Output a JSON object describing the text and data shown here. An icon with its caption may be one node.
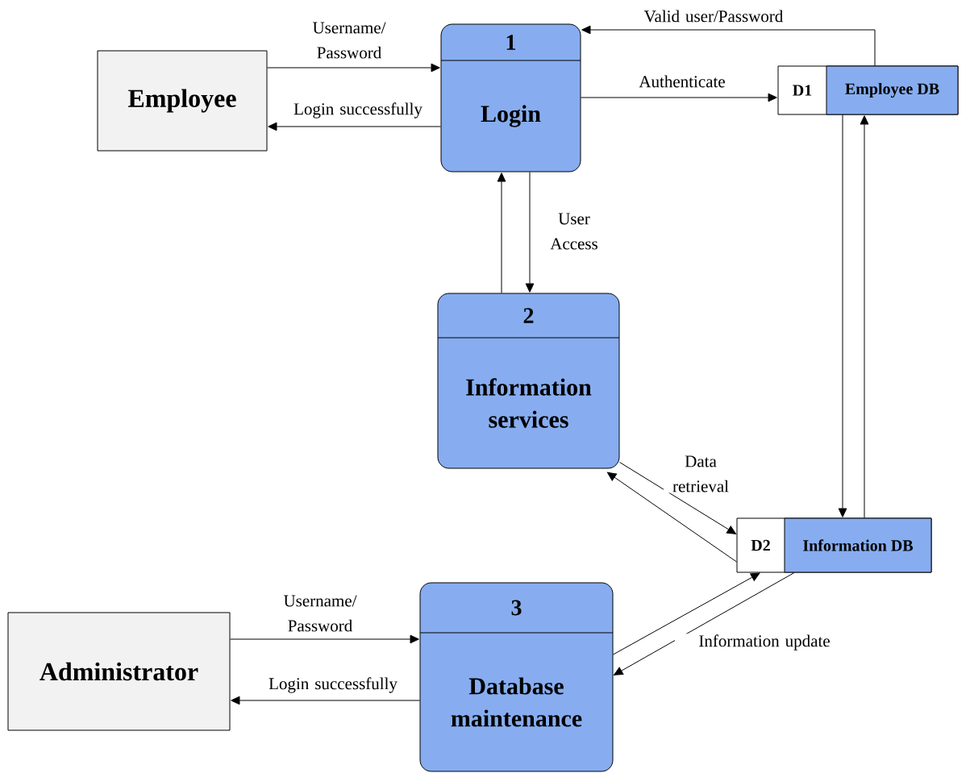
{
  "diagram": {
    "nodes": [
      {
        "text": [
          "Employee"
        ]
      },
      {
        "text": [
          "1",
          "Login"
        ]
      },
      {
        "text": [
          "D1",
          "Employee DB"
        ]
      },
      {
        "text": [
          "2",
          "Information services"
        ]
      },
      {
        "text": [
          "D2",
          "Information DB"
        ]
      },
      {
        "text": [
          "Administrator"
        ]
      },
      {
        "text": [
          "3",
          "Database maintenance"
        ]
      }
    ],
    "edges": [
      {
        "from": 0,
        "to": 1,
        "arrow": "to",
        "label": "Username/ Password"
      },
      {
        "from": 1,
        "to": 0,
        "arrow": "to",
        "label": "Login successfully"
      },
      {
        "from": 1,
        "to": 2,
        "arrow": "to",
        "label": "Authenticate"
      },
      {
        "from": 2,
        "to": 1,
        "arrow": "to",
        "label": "Valid user/Password"
      },
      {
        "from": 1,
        "to": 3,
        "arrow": "to",
        "label": "User Access"
      },
      {
        "from": 3,
        "to": 1,
        "arrow": "to"
      },
      {
        "from": 3,
        "to": 4,
        "arrow": "to",
        "label": "Data retrieval"
      },
      {
        "from": 4,
        "to": 3,
        "arrow": "to"
      },
      {
        "from": 2,
        "to": 4,
        "arrow": "to"
      },
      {
        "from": 4,
        "to": 2,
        "arrow": "to"
      },
      {
        "from": 6,
        "to": 4,
        "arrow": "to"
      },
      {
        "from": 4,
        "to": 6,
        "arrow": "to",
        "label": "Information update"
      },
      {
        "from": 5,
        "to": 6,
        "arrow": "to",
        "label": "Username/ Password"
      },
      {
        "from": 6,
        "to": 5,
        "arrow": "to",
        "label": "Login successfully"
      }
    ]
  }
}
